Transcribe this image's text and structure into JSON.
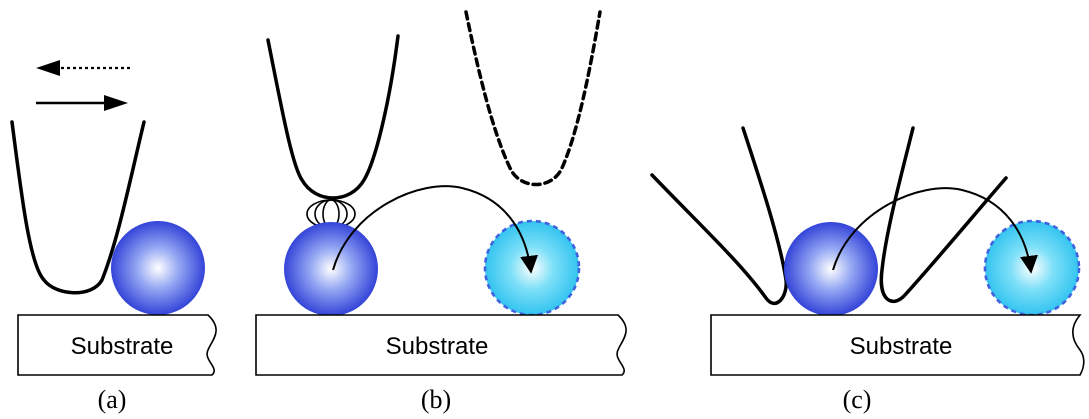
{
  "panels": [
    {
      "id": "a",
      "substrate_label": "Substrate",
      "caption": "(a)"
    },
    {
      "id": "b",
      "substrate_label": "Substrate",
      "caption": "(b)"
    },
    {
      "id": "c",
      "substrate_label": "Substrate",
      "caption": "(c)"
    }
  ],
  "colors": {
    "particle_edge": "#3a4fd6",
    "particle_center": "#ffffff",
    "particle_mid": "#8aa0f2",
    "moved_particle_edge": "#3f62e0",
    "moved_particle_center": "#ffffff",
    "moved_particle_mid": "#5fd3f5",
    "line": "#000000"
  },
  "icons": [
    "arrow-left-dashed-icon",
    "arrow-right-icon",
    "meniscus-icon"
  ]
}
